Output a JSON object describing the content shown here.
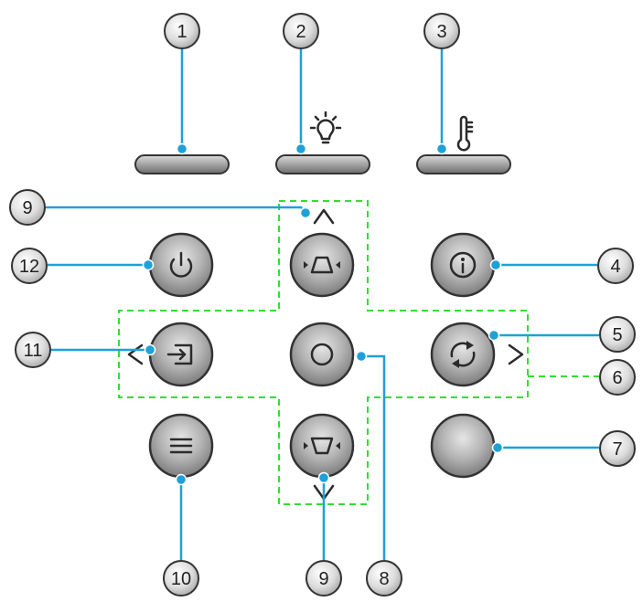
{
  "callouts": {
    "c1": "1",
    "c2": "2",
    "c3": "3",
    "c4": "4",
    "c5": "5",
    "c6": "6",
    "c7": "7",
    "c8": "8",
    "c9_top": "9",
    "c9_bottom": "9",
    "c10": "10",
    "c11": "11",
    "c12": "12"
  },
  "icons": {
    "led_power": "power-led-bar",
    "led_lamp": "lamp-icon",
    "led_temp": "thermometer-icon",
    "btn_power": "power-icon",
    "btn_keystone_up": "keystone-up-icon",
    "btn_info": "info-icon",
    "btn_source": "source-input-icon",
    "btn_enter": "circle-icon",
    "btn_resync": "resync-icon",
    "btn_keystone_down": "keystone-down-icon",
    "btn_menu": "menu-icon",
    "btn_blank": "blank-button",
    "arrow_up": "chevron-up-icon",
    "arrow_down": "chevron-down-icon",
    "arrow_left": "chevron-left-icon",
    "arrow_right": "chevron-right-icon"
  },
  "colors": {
    "leader": "#1ea0d8",
    "dash_zone": "#33dd33",
    "button_gray": "#8f8f8f",
    "glyph": "#2b2b2b"
  }
}
